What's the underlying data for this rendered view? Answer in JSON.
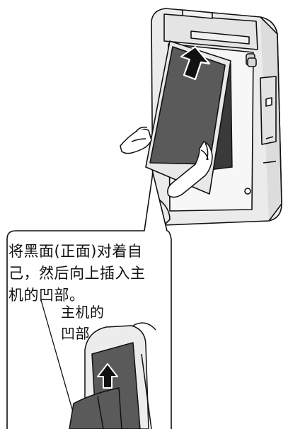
{
  "figure": {
    "subject": "air purifier filter insertion",
    "instruction_lines": [
      "将黑面(正面)对着自",
      "己，然后向上插入主",
      "机的凹部。"
    ],
    "recess_label_lines": [
      "主机的",
      "凹部"
    ],
    "colors": {
      "outline": "#111111",
      "filter_fill": "#5a5a5a",
      "body_fill": "#ebebeb",
      "arrow_fill": "#111111"
    },
    "icons": [
      "up-arrow-icon",
      "up-arrow-icon"
    ]
  }
}
